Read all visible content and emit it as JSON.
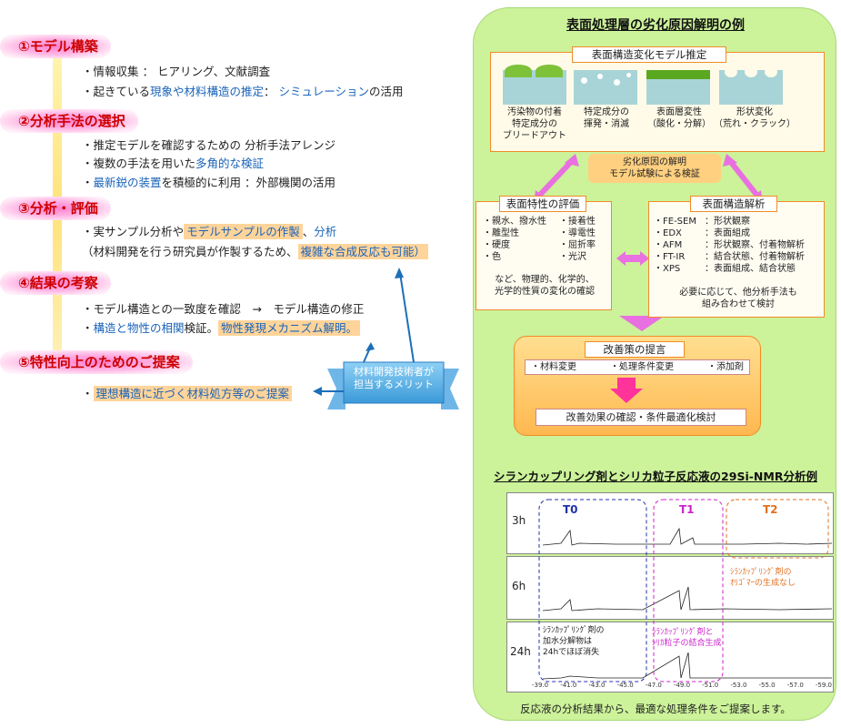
{
  "steps": [
    {
      "label": "①モデル構築"
    },
    {
      "label": "②分析手法の選択"
    },
    {
      "label": "③分析・評価"
    },
    {
      "label": "④結果の考察"
    },
    {
      "label": "⑤特性向上のためのご提案"
    }
  ],
  "s1": {
    "l1": "・情報収集 ： ヒアリング、文献調査",
    "l2a": "・起きている",
    "l2b": "現象や材料構造の推定",
    "l2c": "： ",
    "l2d": "シミュレーション",
    "l2e": "の活用"
  },
  "s2": {
    "l1": "・推定モデルを確認するための 分析手法アレンジ",
    "l2a": "・複数の手法を用いた",
    "l2b": "多角的な検証",
    "l3a": "・",
    "l3b": "最新鋭の装置",
    "l3c": "を積極的に利用 ：外部機関の活用"
  },
  "s3": {
    "l1a": "・実サンプル分析や",
    "l1b": "モデルサンプルの作製",
    "l1c": "、",
    "l1d": "分析",
    "l2a": "（材料開発を行う研究員が作製するため、",
    "l2b": "複雑な合成反応も可能）"
  },
  "s4": {
    "l1": "・モデル構造との一致度を確認　→　モデル構造の修正",
    "l2a": "・",
    "l2b": "構造と物性の相関",
    "l2c": "検証。",
    "l2d": "物性発現メカニズム解明。"
  },
  "s5": {
    "l1a": "・",
    "l1b": "理想構造に近づく材料処方等のご提案"
  },
  "ribbon": {
    "l1": "材料開発技術者が",
    "l2": "担当するメリット"
  },
  "panel": {
    "title": "表面処理層の劣化原因解明の例",
    "model_title": "表面構造変化モデル推定",
    "models": [
      {
        "l1": "汚染物の付着",
        "l2": "特定成分の",
        "l3": "ブリードアウト"
      },
      {
        "l1": "特定成分の",
        "l2": "揮発・消滅",
        "l3": ""
      },
      {
        "l1": "表面層変性",
        "l2": "（酸化・分解）",
        "l3": ""
      },
      {
        "l1": "形状変化",
        "l2": "（荒れ・クラック）",
        "l3": ""
      }
    ],
    "center": {
      "l1": "劣化原因の解明",
      "l2": "モデル試験による検証"
    },
    "eval": {
      "title": "表面特性の評価",
      "col1": [
        "・親水、撥水性",
        "・離型性",
        "・硬度",
        "・色"
      ],
      "col2": [
        "・接着性",
        "・導電性",
        "・屈折率",
        "・光沢"
      ],
      "foot1": "など、物理的、化学的、",
      "foot2": "光学的性質の変化の確認"
    },
    "struct": {
      "title": "表面構造解析",
      "rows": [
        {
          "k": "・FE-SEM",
          "v": "：形状観察"
        },
        {
          "k": "・EDX",
          "v": "：表面組成"
        },
        {
          "k": "・AFM",
          "v": "：形状観察、付着物解析"
        },
        {
          "k": "・FT-IR",
          "v": "：結合状態、付着物解析"
        },
        {
          "k": "・XPS",
          "v": "：表面組成、結合状態"
        }
      ],
      "foot1": "必要に応じて、他分析手法も",
      "foot2": "組み合わせて検討"
    },
    "improve": {
      "title": "改善策の提言",
      "items": [
        "・材料変更",
        "・処理条件変更",
        "・添加剤"
      ],
      "result": "改善効果の確認・条件最適化検討"
    },
    "nmr_title": "シランカップリング剤とシリカ粒子反応液の29Si-NMR分析例",
    "nmr": {
      "times": [
        "3h",
        "6h",
        "24h"
      ],
      "t0": "T0",
      "t1": "T1",
      "t2": "T2",
      "note_t2a": "ｼﾗﾝｶｯﾌﾟﾘﾝｸﾞ剤の",
      "note_t2b": "ｵﾘｺﾞﾏｰの生成なし",
      "note_t0a": "ｼﾗﾝｶｯﾌﾟﾘﾝｸﾞ剤の",
      "note_t0b": "加水分解物は",
      "note_t0c": "24hでほぼ消失",
      "note_t1a": "ｼﾗﾝｶｯﾌﾟﾘﾝｸﾞ剤と",
      "note_t1b": "ｼﾘｶ粒子の結合生成",
      "ticks": [
        "-39.0",
        "-41.0",
        "-43.0",
        "-45.0",
        "-47.0",
        "-49.0",
        "-51.0",
        "-53.0",
        "-55.0",
        "-57.0",
        "-59.0"
      ]
    },
    "footer": "反応液の分析結果から、最適な処理条件をご提案します。"
  },
  "colors": {
    "step_text": "#cc0000",
    "blue": "#1a63b8",
    "panel": "#ccf29a",
    "orange": "#f08c28",
    "t0": "#2233aa",
    "t1": "#cc22cc",
    "t2": "#e07020"
  }
}
